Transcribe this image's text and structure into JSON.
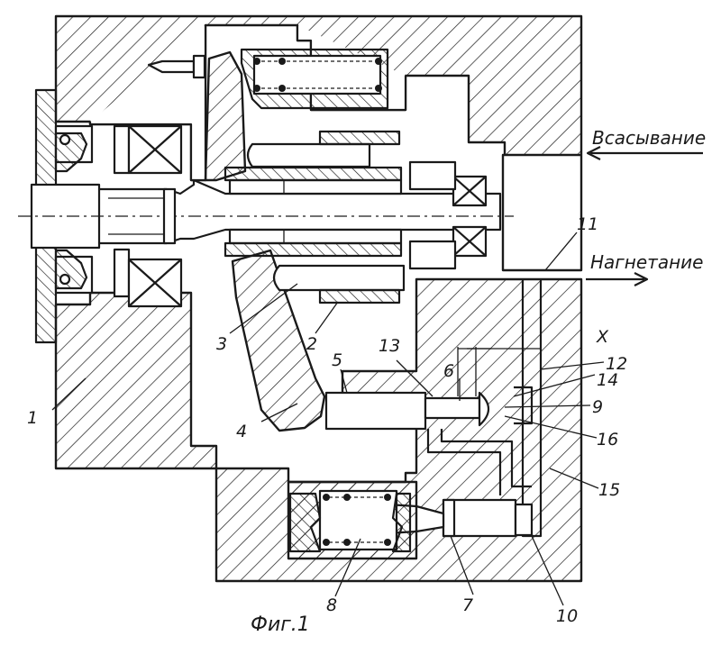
{
  "figure": {
    "caption": "Фиг.1",
    "flows": {
      "suction": "Всасывание",
      "discharge": "Нагнетание"
    },
    "view_marker": "X",
    "callouts": [
      "1",
      "2",
      "3",
      "4",
      "5",
      "6",
      "7",
      "8",
      "9",
      "10",
      "11",
      "12",
      "13",
      "14",
      "15",
      "16"
    ]
  }
}
